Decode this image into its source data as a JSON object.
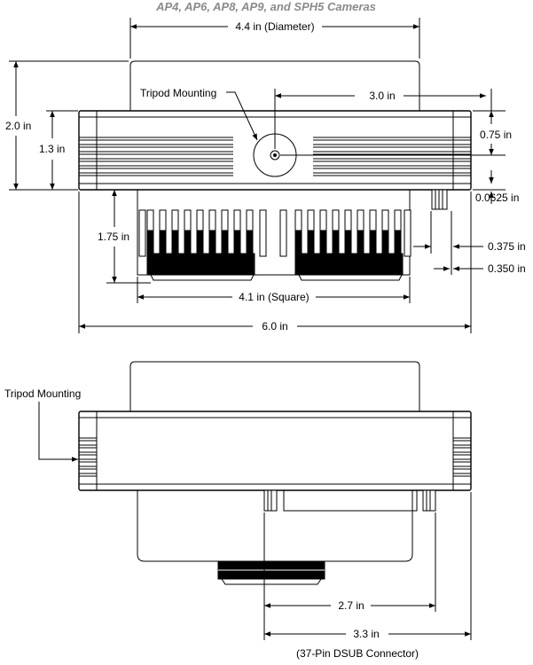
{
  "title": "AP4, AP6, AP8, AP9, and SPH5 Cameras",
  "top_view": {
    "diameter_label": "4.4 in (Diameter)",
    "height_label": "2.0 in",
    "body_label": "1.3 in",
    "tripod_label": "Tripod Mounting",
    "tripod_offset_label": "3.0 in",
    "mount_height_label": "0.75 in",
    "plate_label": "0.0625 in",
    "heatsink_label": "1.75 in",
    "connector_offset_label": "0.375 in",
    "connector_offset2_label": "0.350 in",
    "square_label": "4.1 in (Square)",
    "width_label": "6.0 in"
  },
  "bottom_view": {
    "tripod_label": "Tripod Mounting",
    "inner_label": "2.7 in",
    "outer_label": "3.3 in",
    "connector_label": "(37-Pin DSUB Connector)"
  }
}
